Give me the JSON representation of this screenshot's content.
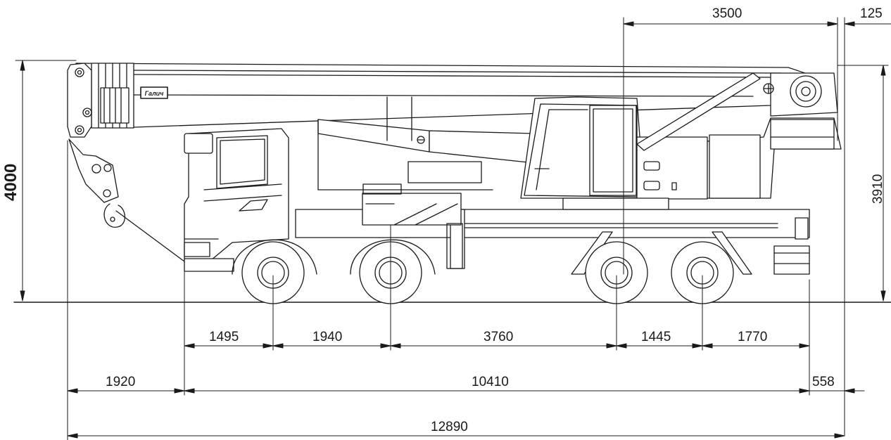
{
  "drawing": {
    "logo_text": "Галич"
  },
  "dimensions": {
    "overall_height": "4000",
    "transport_height": "3910",
    "cab_to_rotation": "3500",
    "rear_offset": "125",
    "axle_spacings": [
      "1495",
      "1940",
      "3760",
      "1445",
      "1770"
    ],
    "front_overhang": "1920",
    "chassis_length": "10410",
    "rear_overhang": "558",
    "overall_length": "12890"
  }
}
